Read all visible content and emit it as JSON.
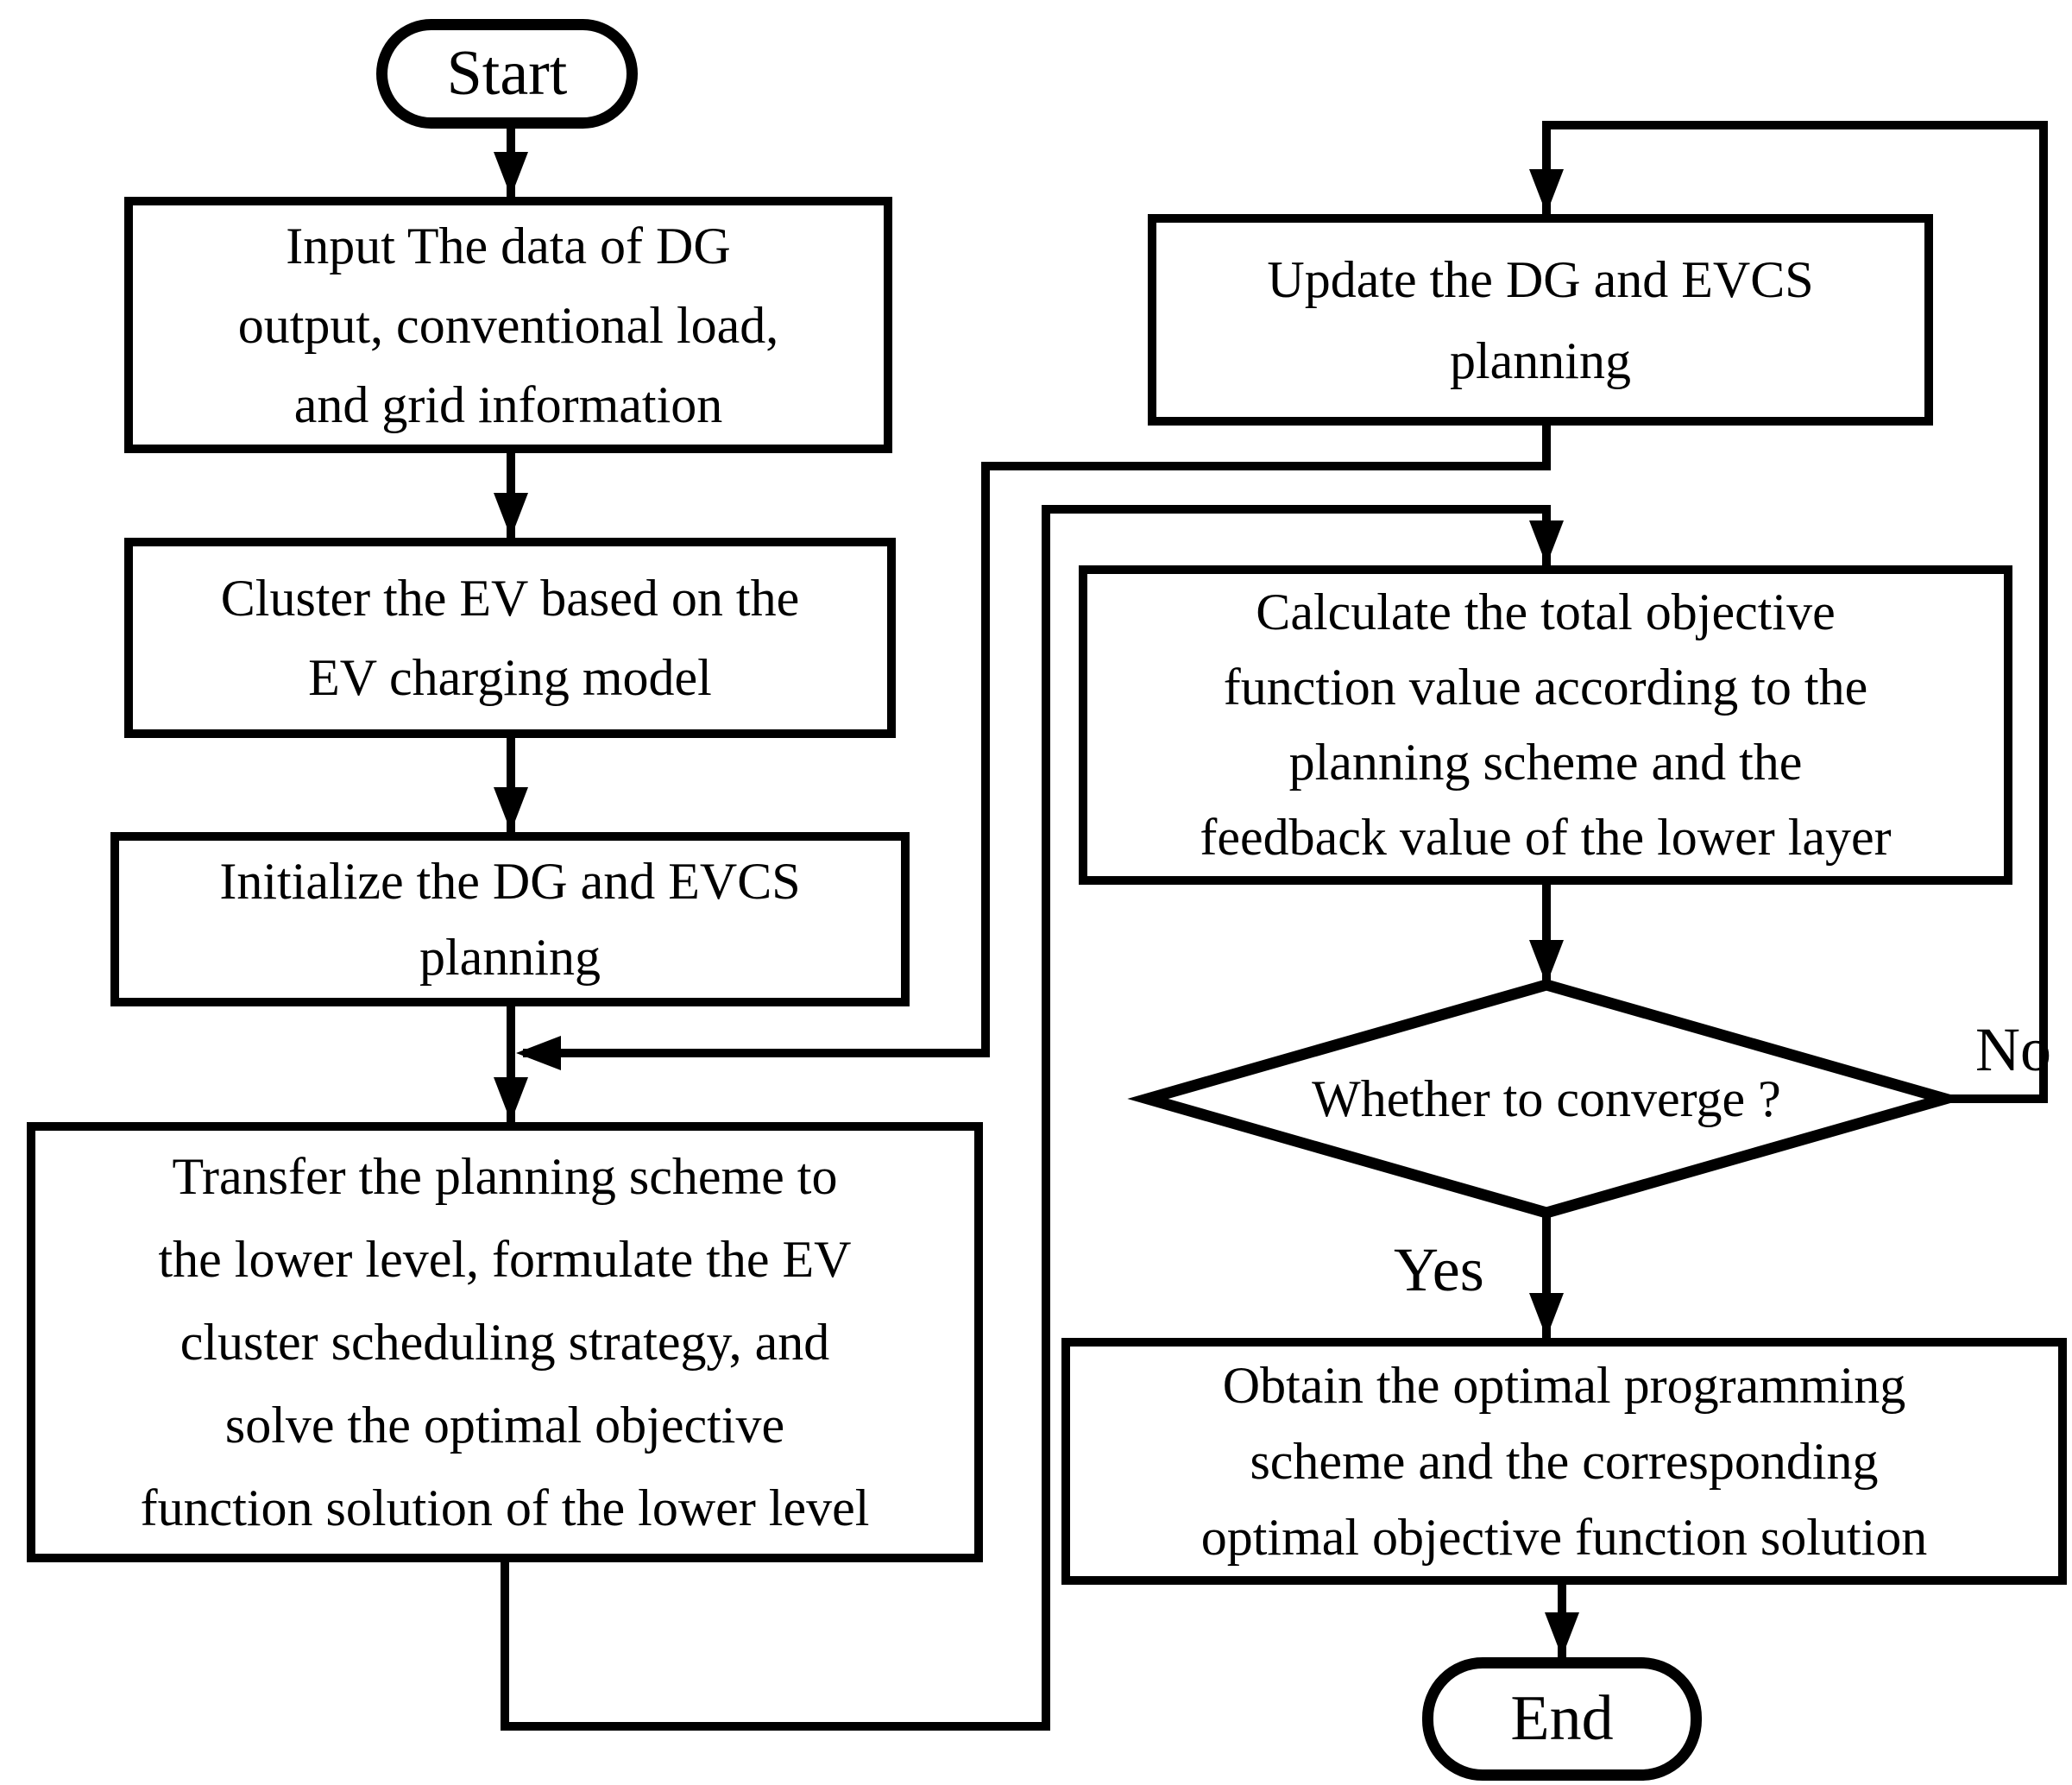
{
  "figure": {
    "background": "#ffffff",
    "stroke_color": "#000000",
    "text_color": "#000000"
  },
  "nodes": {
    "start": {
      "shape": "terminator",
      "label": "Start"
    },
    "input": {
      "shape": "process",
      "lines": [
        "Input The data of DG",
        "output, conventional load,",
        "and grid information"
      ]
    },
    "cluster": {
      "shape": "process",
      "lines": [
        "Cluster the EV based on the",
        "EV charging model"
      ]
    },
    "initialize": {
      "shape": "process",
      "lines": [
        "Initialize the DG and EVCS",
        "planning"
      ]
    },
    "transfer": {
      "shape": "process",
      "lines": [
        "Transfer the planning scheme to",
        "the lower level, formulate the EV",
        "cluster scheduling strategy, and",
        "solve the optimal objective",
        "function solution of the lower level"
      ]
    },
    "update": {
      "shape": "process",
      "lines": [
        "Update the DG and EVCS",
        "planning"
      ]
    },
    "calculate": {
      "shape": "process",
      "lines": [
        "Calculate the total objective",
        "function value according to the",
        "planning scheme and the",
        "feedback value of the lower layer"
      ]
    },
    "decision": {
      "shape": "decision",
      "label": "Whether to converge ?"
    },
    "obtain": {
      "shape": "process",
      "lines": [
        "Obtain the optimal programming",
        "scheme and the corresponding",
        "optimal objective function solution"
      ]
    },
    "end": {
      "shape": "terminator",
      "label": "End"
    }
  },
  "edge_labels": {
    "yes": "Yes",
    "no": "No"
  }
}
